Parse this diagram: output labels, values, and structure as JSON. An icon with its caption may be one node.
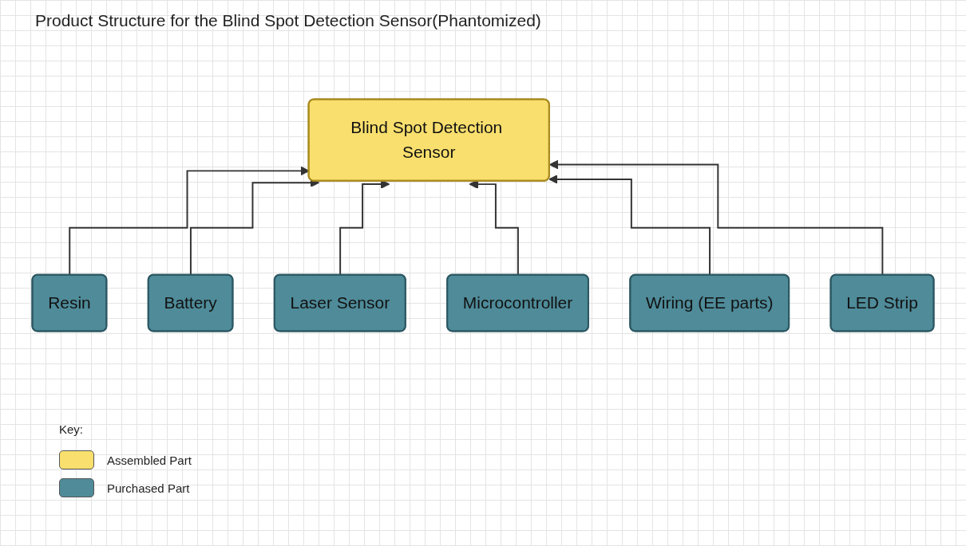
{
  "diagram": {
    "title": "Product Structure for the Blind Spot Detection Sensor(Phantomized)",
    "nodes": [
      {
        "text": [
          "Blind Spot Detection Sensor"
        ]
      },
      {
        "text": [
          "Resin"
        ]
      },
      {
        "text": [
          "Battery"
        ]
      },
      {
        "text": [
          "Laser Sensor"
        ]
      },
      {
        "text": [
          "Microcontroller"
        ]
      },
      {
        "text": [
          "Wiring (EE parts)"
        ]
      },
      {
        "text": [
          "LED Strip"
        ]
      }
    ],
    "edges": [
      {
        "from": 1,
        "to": 0,
        "arrow": "to"
      },
      {
        "from": 2,
        "to": 0,
        "arrow": "to"
      },
      {
        "from": 3,
        "to": 0,
        "arrow": "to"
      },
      {
        "from": 4,
        "to": 0,
        "arrow": "to"
      },
      {
        "from": 5,
        "to": 0,
        "arrow": "to"
      },
      {
        "from": 6,
        "to": 0,
        "arrow": "to"
      }
    ],
    "labels": [
      "Key:"
    ],
    "legend": [
      {
        "text": "Assembled Part",
        "color": "#f9df6e"
      },
      {
        "text": "Purchased Part",
        "color": "#4f8b99"
      }
    ]
  }
}
